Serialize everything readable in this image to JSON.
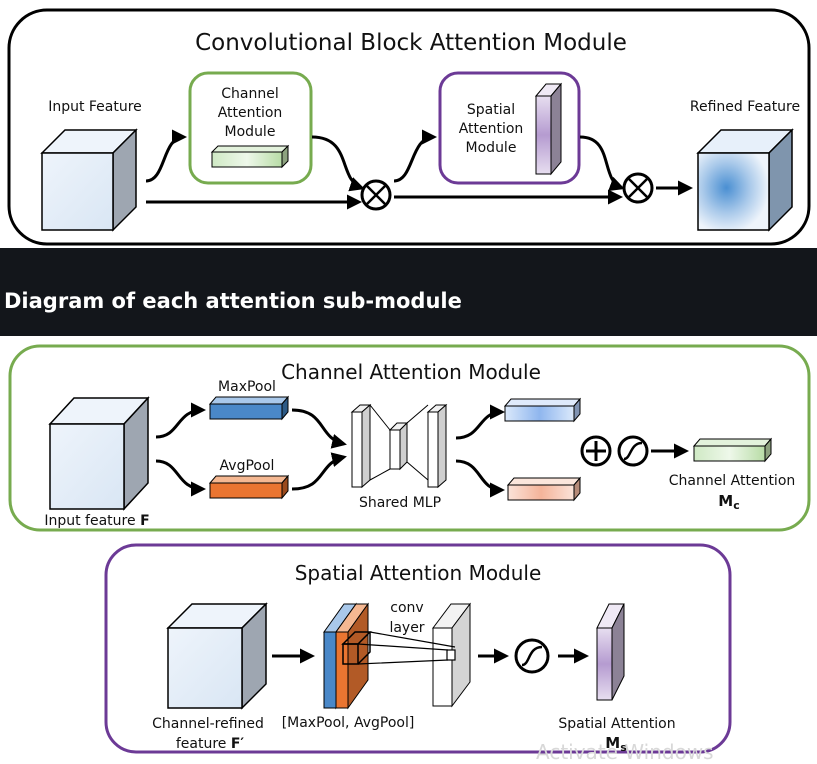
{
  "top": {
    "title": "Convolutional Block Attention Module",
    "input_label": "Input Feature",
    "channel_module_lines": [
      "Channel",
      "Attention",
      "Module"
    ],
    "spatial_module_lines": [
      "Spatial",
      "Attention",
      "Module"
    ],
    "refined_label": "Refined Feature"
  },
  "band": {
    "title": "Diagram of each attention sub-module"
  },
  "channel": {
    "title": "Channel Attention Module",
    "maxpool_label": "MaxPool",
    "avgpool_label": "AvgPool",
    "input_label": "Input feature",
    "input_symbol": "F",
    "mlp_label": "Shared MLP",
    "output_label": "Channel Attention",
    "output_symbol": "M",
    "output_subscript": "c"
  },
  "spatial": {
    "title": "Spatial Attention Module",
    "input_line1": "Channel-refined",
    "input_line2": "feature",
    "input_symbol": "F′",
    "pool_label": "[MaxPool, AvgPool]",
    "conv_line1": "conv",
    "conv_line2": "layer",
    "output_label": "Spatial Attention",
    "output_symbol": "M",
    "output_subscript": "s"
  },
  "watermark": "Activate Windows",
  "colors": {
    "channel_border": "#77ab4f",
    "spatial_border": "#6c3a96",
    "maxpool_blue": "#4a88c8",
    "avgpool_orange": "#ea7531",
    "band_bg": "#13161b"
  }
}
